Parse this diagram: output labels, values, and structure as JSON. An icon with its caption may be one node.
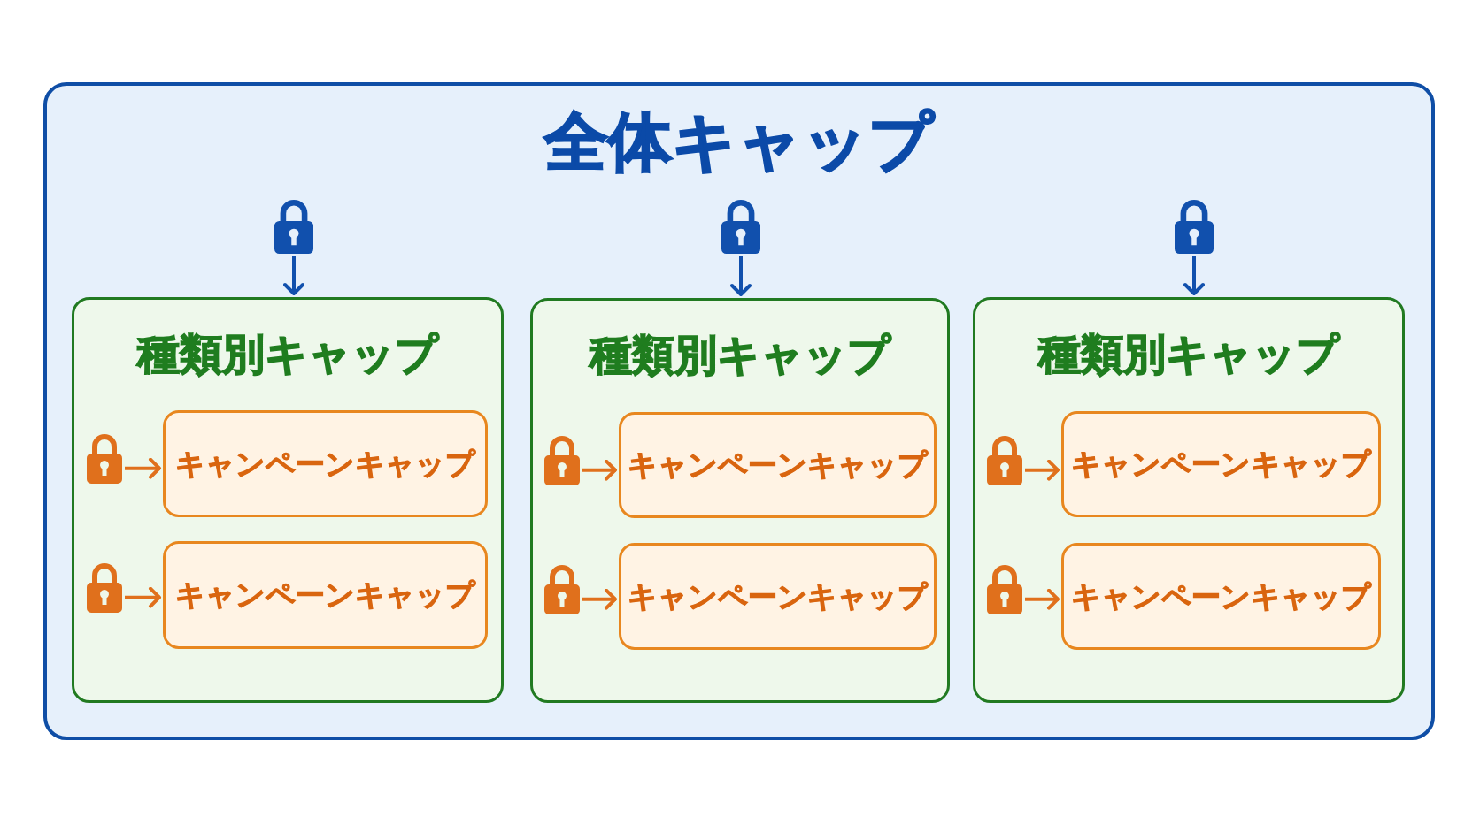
{
  "diagram": {
    "nodes": [
      {
        "text": [
          "全体キャップ"
        ]
      },
      {
        "text": [],
        "shape": "padlock",
        "in": 0
      },
      {
        "text": [],
        "shape": "padlock",
        "in": 0
      },
      {
        "text": [],
        "shape": "padlock",
        "in": 0
      },
      {
        "text": [
          "種類別キャップ"
        ],
        "in": 0
      },
      {
        "text": [],
        "shape": "padlock",
        "in": 4
      },
      {
        "text": [
          "キャンペーンキャップ"
        ],
        "in": 4
      },
      {
        "text": [],
        "shape": "padlock",
        "in": 4
      },
      {
        "text": [
          "キャンペーンキャップ"
        ],
        "in": 4
      },
      {
        "text": [
          "種類別キャップ"
        ],
        "in": 0
      },
      {
        "text": [],
        "shape": "padlock",
        "in": 9
      },
      {
        "text": [
          "キャンペーンキャップ"
        ],
        "in": 9
      },
      {
        "text": [],
        "shape": "padlock",
        "in": 9
      },
      {
        "text": [
          "キャンペーンキャップ"
        ],
        "in": 9
      },
      {
        "text": [
          "種類別キャップ"
        ],
        "in": 0
      },
      {
        "text": [],
        "shape": "padlock",
        "in": 14
      },
      {
        "text": [
          "キャンペーンキャップ"
        ],
        "in": 14
      },
      {
        "text": [],
        "shape": "padlock",
        "in": 14
      },
      {
        "text": [
          "キャンペーンキャップ"
        ],
        "in": 14
      }
    ],
    "edges": [
      {
        "from": 1,
        "to": 4,
        "arrow": "to",
        "color": "#1150ad"
      },
      {
        "from": 2,
        "to": 9,
        "arrow": "to",
        "color": "#1150ad"
      },
      {
        "from": 3,
        "to": 14,
        "arrow": "to",
        "color": "#1150ad"
      },
      {
        "from": 5,
        "to": 6,
        "arrow": "to"
      },
      {
        "from": 7,
        "to": 8,
        "arrow": "to"
      },
      {
        "from": 10,
        "to": 11,
        "arrow": "to"
      },
      {
        "from": 12,
        "to": 13,
        "arrow": "to"
      },
      {
        "from": 15,
        "to": 16,
        "arrow": "to"
      },
      {
        "from": 17,
        "to": 18,
        "arrow": "to"
      }
    ]
  }
}
